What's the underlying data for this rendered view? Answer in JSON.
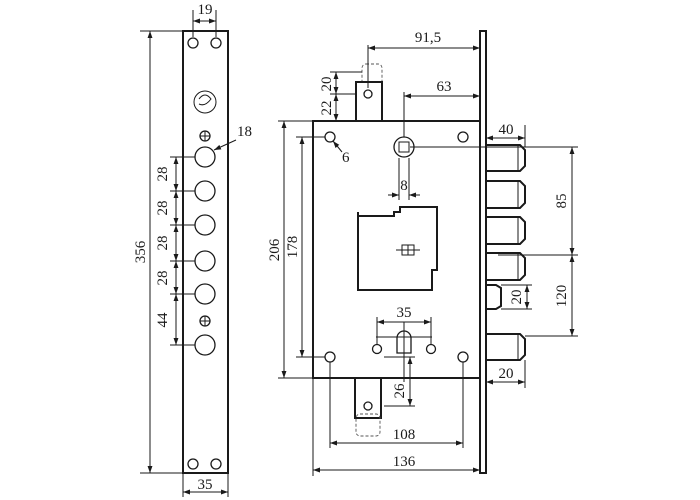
{
  "strip": {
    "dims": {
      "width_top": "19",
      "height": "356",
      "pin_diameter": "18",
      "spacing_1": "28",
      "spacing_2": "28",
      "spacing_3": "28",
      "spacing_4": "28",
      "spacing_5": "44",
      "width_bottom": "35"
    }
  },
  "lock": {
    "dims": {
      "backset": "91,5",
      "top_plate_1": "20",
      "top_plate_2": "22",
      "hub_offset": "63",
      "hole_dia": "6",
      "bolt_projection": "40",
      "bolt_span": "85",
      "spindle": "8",
      "case_height": "206",
      "hole_spacing": "178",
      "latch": "20",
      "latch_to_bolt": "120",
      "cylinder_width": "35",
      "bottom_plate": "26",
      "bottom_bolt": "20",
      "hole_spacing_bottom": "108",
      "case_width": "136"
    }
  }
}
